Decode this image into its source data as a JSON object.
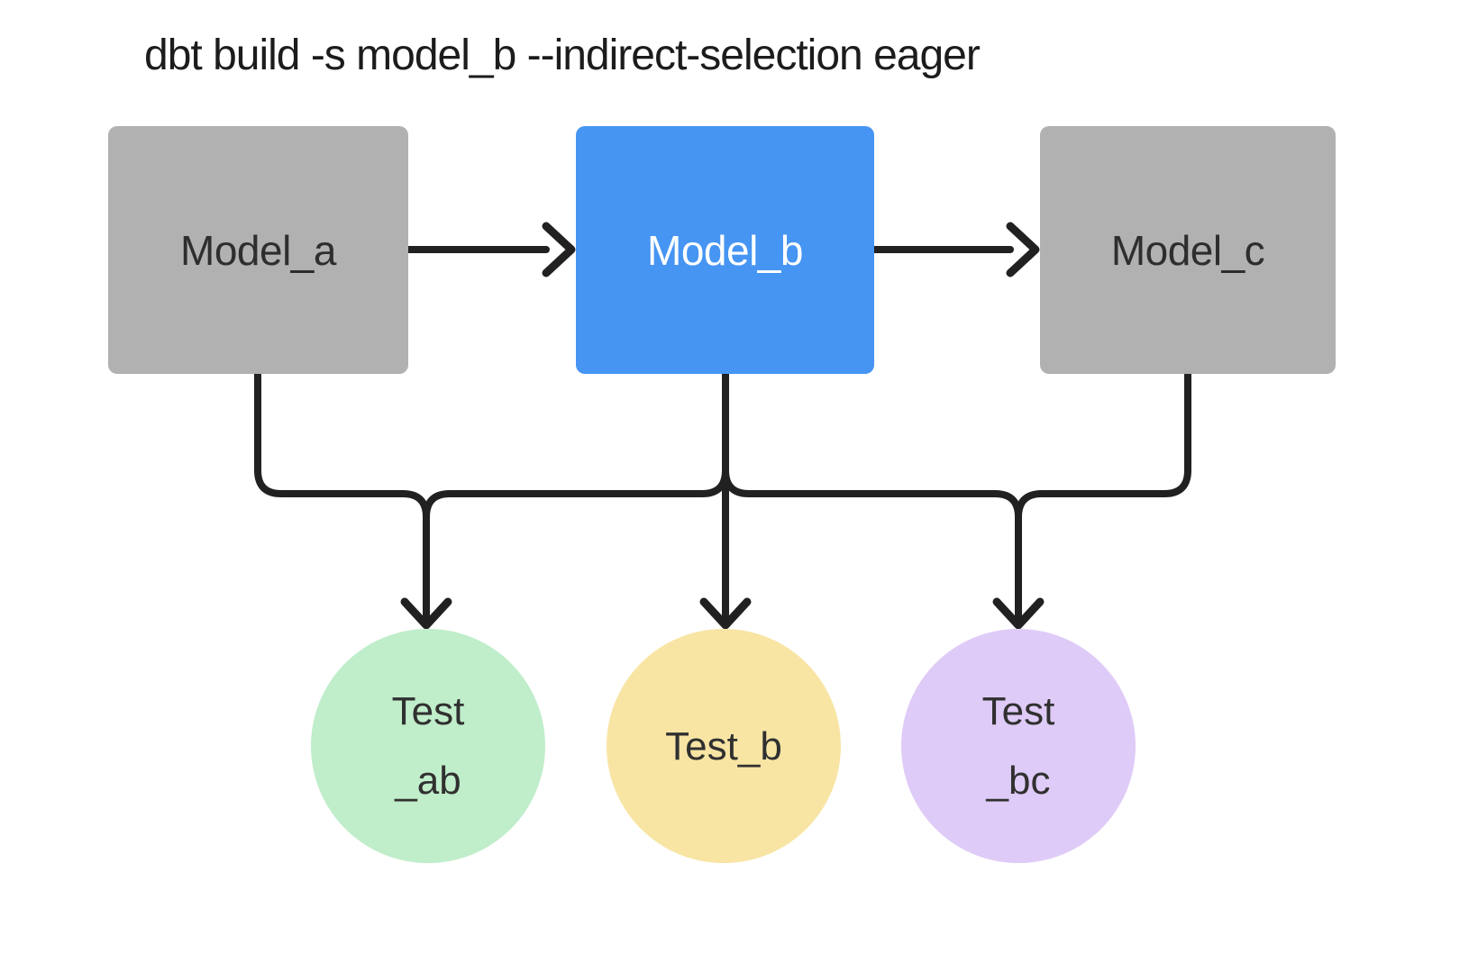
{
  "title": "dbt build -s model_b --indirect-selection eager",
  "colors": {
    "bg": "#ffffff",
    "title": "#1c1c1c",
    "edge": "#212121",
    "gray": "#b1b1b1",
    "blue": "#4695f3",
    "green": "#c0edca",
    "yellow": "#f8e5a4",
    "purple": "#dfcbf7"
  },
  "models": [
    {
      "id": "model_a",
      "label": "Model_a",
      "variant": "default"
    },
    {
      "id": "model_b",
      "label": "Model_b",
      "variant": "selected"
    },
    {
      "id": "model_c",
      "label": "Model_c",
      "variant": "default"
    }
  ],
  "tests": [
    {
      "id": "test_ab",
      "lines": [
        "Test",
        "_ab"
      ],
      "color": "green"
    },
    {
      "id": "test_b",
      "lines": [
        "Test_b"
      ],
      "color": "yellow"
    },
    {
      "id": "test_bc",
      "lines": [
        "Test",
        "_bc"
      ],
      "color": "purple"
    }
  ],
  "edges": [
    {
      "from": "Model_a",
      "to": "Model_b"
    },
    {
      "from": "Model_b",
      "to": "Model_c"
    },
    {
      "from": "Model_a",
      "to": "Test_ab"
    },
    {
      "from": "Model_b",
      "to": "Test_ab"
    },
    {
      "from": "Model_b",
      "to": "Test_b"
    },
    {
      "from": "Model_b",
      "to": "Test_bc"
    },
    {
      "from": "Model_c",
      "to": "Test_bc"
    }
  ]
}
